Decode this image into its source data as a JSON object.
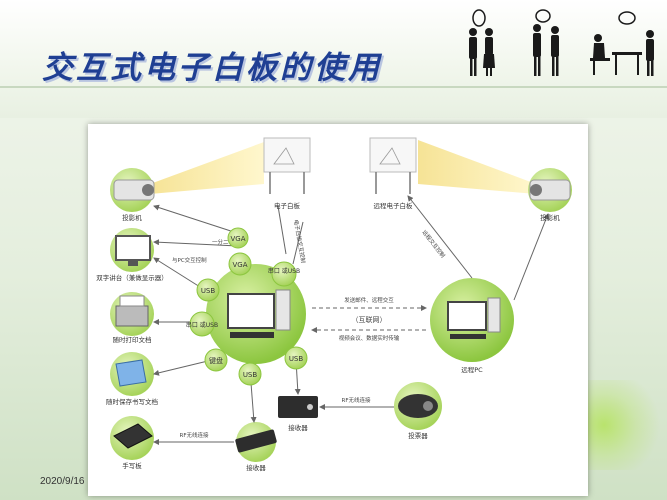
{
  "slide": {
    "title": "交互式电子白板的使用",
    "date": "2020/9/16"
  },
  "diagram": {
    "devices": {
      "projector_left": "投影机",
      "whiteboard": "电子白板",
      "remote_whiteboard": "远程电子白板",
      "projector_right": "投影机",
      "dual_screen": "双字讲台（兼做显示器）",
      "printer": "随时打印文档",
      "save_docs": "随时保存书写文档",
      "tablet": "手写板",
      "receiver_bottom": "接收器",
      "receiver_mid": "接收器",
      "voter": "投票器",
      "remote_pc": "远程PC"
    },
    "ports": {
      "vga_top": "VGA",
      "vga": "VGA",
      "usb_left": "USB",
      "serial_usb_right": "串口\n或USB",
      "serial_usb_left": "串口\n或USB",
      "keyboard": "键盘",
      "usb_bottom": "USB",
      "usb_right": "USB"
    },
    "edge_labels": {
      "one_of_two": "一分二",
      "pc_interaction": "与PC交互控制",
      "whiteboard_ctrl": "电子白板交互控制",
      "send_email": "发送邮件、远程交互",
      "internet": "（互联网）",
      "video_conf": "视频会议、数据实时传输",
      "remote_ctrl": "远程交互控制",
      "rf_right": "RF无线连接",
      "rf_left": "RF无线连接"
    }
  }
}
